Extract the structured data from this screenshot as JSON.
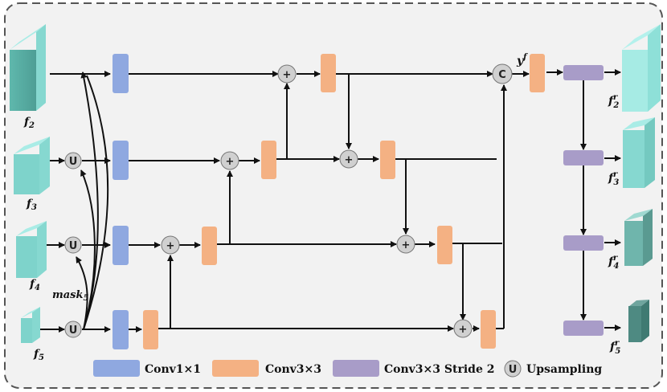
{
  "labels": {
    "f2": "f",
    "f2_sub": "2",
    "f3": "f",
    "f3_sub": "3",
    "f4": "f",
    "f4_sub": "4",
    "f5": "f",
    "f5_sub": "5",
    "mask": "mask",
    "mask_sub": "5",
    "yf": "y",
    "yf_sup": "f",
    "fr2": "f",
    "fr2_sup": "r",
    "fr2_sub": "2",
    "fr3": "f",
    "fr3_sup": "r",
    "fr3_sub": "3",
    "fr4": "f",
    "fr4_sup": "r",
    "fr4_sub": "4",
    "fr5": "f",
    "fr5_sup": "r",
    "fr5_sub": "5"
  },
  "nodes": {
    "plus": "+",
    "concat": "C",
    "upsample": "U"
  },
  "legend": {
    "conv1": "Conv1×1",
    "conv3": "Conv3×3",
    "conv3s2": "Conv3×3 Stride 2",
    "upsampling": "Upsampling",
    "upsampling_symbol": "U"
  },
  "colors": {
    "conv1": "#8fa8e0",
    "conv3": "#f4b183",
    "conv3s2": "#a89cc8",
    "feature_in": "#7fd8d3",
    "feature_out": "#5fa89c",
    "node": "#d0d0d0",
    "border": "#555555"
  }
}
